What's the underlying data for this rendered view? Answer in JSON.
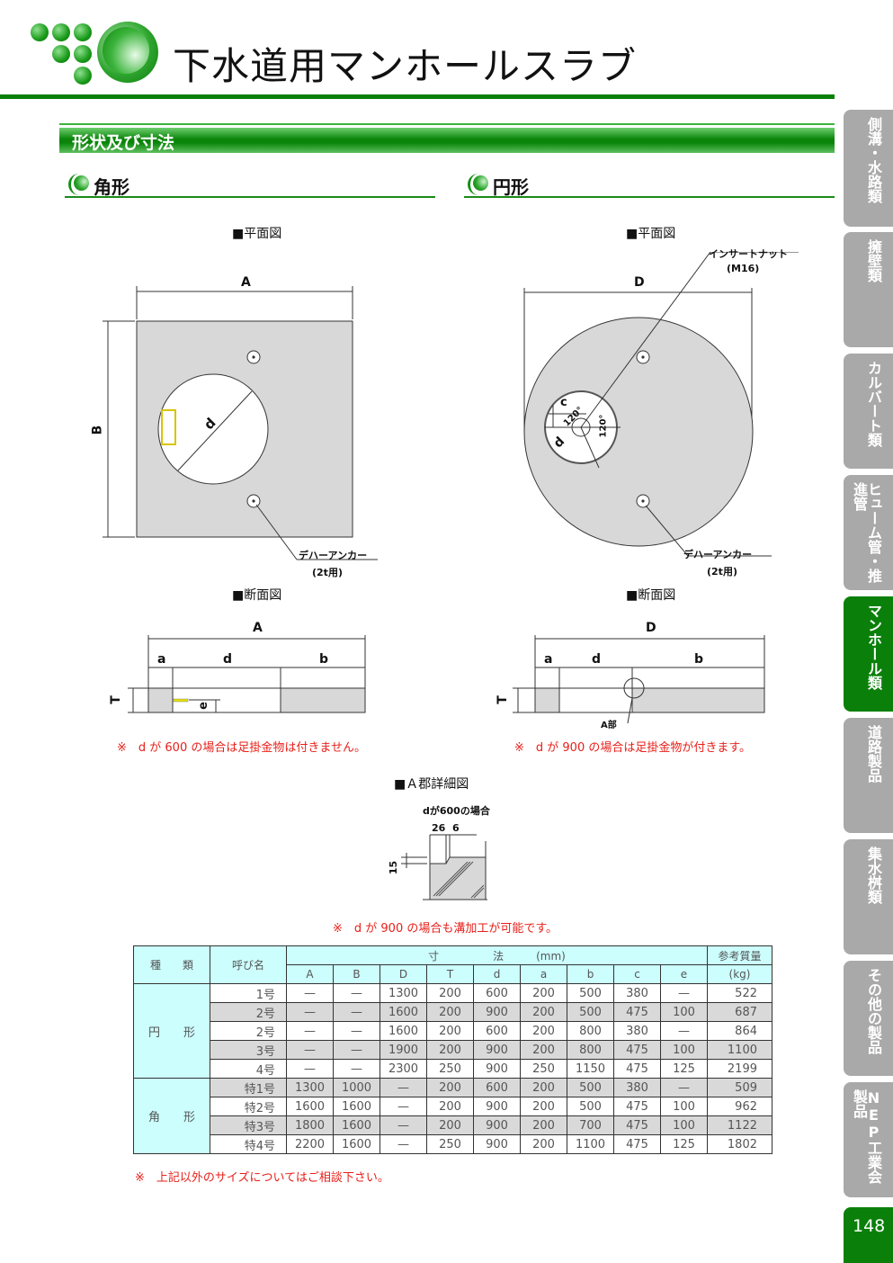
{
  "header": {
    "title": "下水道用マンホールスラブ",
    "accent_color": "#0a800a"
  },
  "section": {
    "title": "形状及び寸法"
  },
  "square": {
    "heading": "角形",
    "plan_caption": "■平面図",
    "section_caption": "■断面図",
    "labels": {
      "A": "A",
      "B": "B",
      "d": "d",
      "a": "a",
      "b": "b",
      "T": "T",
      "e": "e"
    },
    "anchor_label": "デハーアンカー",
    "anchor_sub": "(2t用)",
    "note": "※　d が 600 の場合は足掛金物は付きません。"
  },
  "round": {
    "heading": "円形",
    "plan_caption": "■平面図",
    "section_caption": "■断面図",
    "labels": {
      "D": "D",
      "c": "c",
      "d": "d",
      "a": "a",
      "b": "b",
      "T": "T",
      "angle1": "120°",
      "angle2": "120°",
      "angle3": "120°",
      "A_part": "A部"
    },
    "insert_label": "インサートナット",
    "insert_sub": "(M16)",
    "anchor_label": "デハーアンカー",
    "anchor_sub": "(2t用)",
    "note": "※　d が 900 の場合は足掛金物が付きます。"
  },
  "detail": {
    "caption": "■Ａ郡詳細図",
    "subcaption": "dが600の場合",
    "dim1": "26",
    "dim2": "6",
    "dim3": "15",
    "note": "※　d が 900 の場合も溝加工が可能です。"
  },
  "table": {
    "header_type": "種　　類",
    "header_name": "呼び名",
    "header_dims": "寸　　　　　法　　　(mm)",
    "header_mass_1": "参考質量",
    "header_mass_2": "(kg)",
    "dim_cols": [
      "A",
      "B",
      "D",
      "T",
      "d",
      "a",
      "b",
      "c",
      "e"
    ],
    "groups": [
      {
        "type": "円　　形",
        "rows": [
          {
            "name": "1号",
            "vals": [
              "—",
              "—",
              "1300",
              "200",
              "600",
              "200",
              "500",
              "380",
              "—"
            ],
            "mass": "522"
          },
          {
            "name": "2号",
            "vals": [
              "—",
              "—",
              "1600",
              "200",
              "900",
              "200",
              "500",
              "475",
              "100"
            ],
            "mass": "687"
          },
          {
            "name": "2号",
            "vals": [
              "—",
              "—",
              "1600",
              "200",
              "600",
              "200",
              "800",
              "380",
              "—"
            ],
            "mass": "864"
          },
          {
            "name": "3号",
            "vals": [
              "—",
              "—",
              "1900",
              "200",
              "900",
              "200",
              "800",
              "475",
              "100"
            ],
            "mass": "1100"
          },
          {
            "name": "4号",
            "vals": [
              "—",
              "—",
              "2300",
              "250",
              "900",
              "250",
              "1150",
              "475",
              "125"
            ],
            "mass": "2199"
          }
        ]
      },
      {
        "type": "角　　形",
        "rows": [
          {
            "name": "特1号",
            "vals": [
              "1300",
              "1000",
              "—",
              "200",
              "600",
              "200",
              "500",
              "380",
              "—"
            ],
            "mass": "509"
          },
          {
            "name": "特2号",
            "vals": [
              "1600",
              "1600",
              "—",
              "200",
              "900",
              "200",
              "500",
              "475",
              "100"
            ],
            "mass": "962"
          },
          {
            "name": "特3号",
            "vals": [
              "1800",
              "1600",
              "—",
              "200",
              "900",
              "200",
              "700",
              "475",
              "100"
            ],
            "mass": "1122"
          },
          {
            "name": "特4号",
            "vals": [
              "2200",
              "1600",
              "—",
              "250",
              "900",
              "200",
              "1100",
              "475",
              "125"
            ],
            "mass": "1802"
          }
        ]
      }
    ],
    "footnote": "※　上記以外のサイズについてはご相談下さい。"
  },
  "side_tabs": [
    {
      "label": "側溝・水路類",
      "active": false
    },
    {
      "label": "擁壁類",
      "active": false
    },
    {
      "label": "カルバート類",
      "active": false
    },
    {
      "label": "ヒューム管・推進管",
      "active": false
    },
    {
      "label": "マンホール類",
      "active": true
    },
    {
      "label": "道路製品",
      "active": false
    },
    {
      "label": "集水桝類",
      "active": false
    },
    {
      "label": "その他の製品",
      "active": false
    },
    {
      "label": "NEP工業会製品",
      "active": false
    }
  ],
  "page_number": "148"
}
